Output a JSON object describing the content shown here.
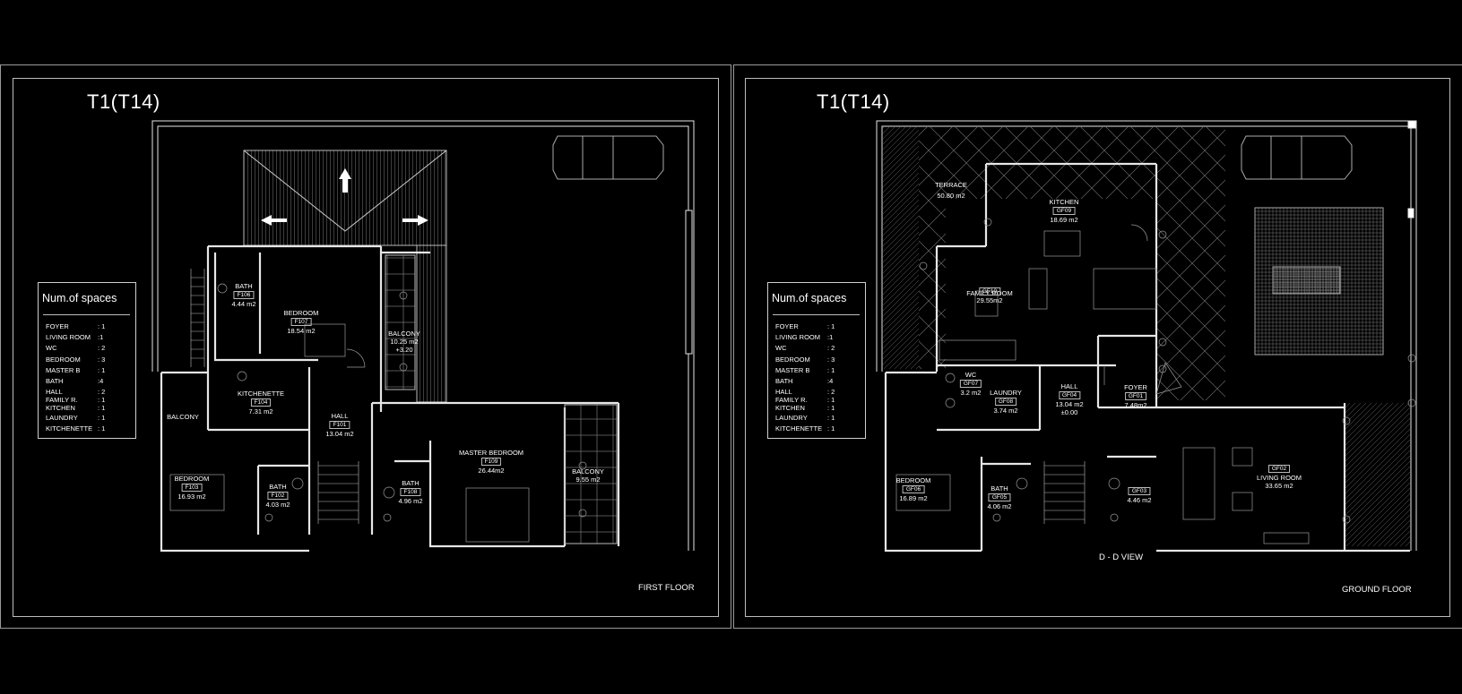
{
  "sheets": [
    {
      "title": "T1(T14)",
      "caption": "FIRST FLOOR",
      "legend": {
        "heading": "Num.of spaces",
        "rows": [
          {
            "label": "FOYER",
            "value": ": 1"
          },
          {
            "label": "LIVING ROOM",
            "value": ":1"
          },
          {
            "label": "WC",
            "value": ": 2"
          },
          {
            "label": "BEDROOM",
            "value": ": 3"
          },
          {
            "label": "MASTER B",
            "value": ": 1"
          },
          {
            "label": "BATH",
            "value": ":4"
          },
          {
            "label": "HALL",
            "value": ": 2"
          },
          {
            "label": "FAMILY R.",
            "value": ": 1"
          },
          {
            "label": "KITCHEN",
            "value": ": 1"
          },
          {
            "label": "LAUNDRY",
            "value": ": 1"
          },
          {
            "label": "KITCHENETTE",
            "value": ": 1"
          }
        ]
      },
      "rooms": [
        {
          "name": "BATH",
          "code": "F106",
          "area": "4.44 m2"
        },
        {
          "name": "BEDROOM",
          "code": "F107",
          "area": "18.54 m2"
        },
        {
          "name": "BALCONY",
          "code": "",
          "area": "10.25 m2"
        },
        {
          "name": "KITCHENETTE",
          "code": "F104",
          "area": "7.31 m2"
        },
        {
          "name": "HALL",
          "code": "F101",
          "area": "13.04 m2"
        },
        {
          "name": "BALCONY",
          "code": "",
          "area": ""
        },
        {
          "name": "BEDROOM",
          "code": "F103",
          "area": "16.93 m2"
        },
        {
          "name": "BATH",
          "code": "F102",
          "area": "4.03 m2"
        },
        {
          "name": "BATH",
          "code": "F108",
          "area": "4.96 m2"
        },
        {
          "name": "MASTER BEDROOM",
          "code": "F109",
          "area": "26.44m2"
        },
        {
          "name": "BALCONY",
          "code": "",
          "area": "9.55 m2"
        }
      ],
      "level_mark": "+3.20"
    },
    {
      "title": "T1(T14)",
      "caption": "GROUND FLOOR",
      "view_label": "D - D VIEW",
      "legend": {
        "heading": "Num.of spaces",
        "rows": [
          {
            "label": "FOYER",
            "value": ": 1"
          },
          {
            "label": "LIVING ROOM",
            "value": ":1"
          },
          {
            "label": "WC",
            "value": ": 2"
          },
          {
            "label": "BEDROOM",
            "value": ": 3"
          },
          {
            "label": "MASTER B",
            "value": ": 1"
          },
          {
            "label": "BATH",
            "value": ":4"
          },
          {
            "label": "HALL",
            "value": ": 2"
          },
          {
            "label": "FAMILY R.",
            "value": ": 1"
          },
          {
            "label": "KITCHEN",
            "value": ": 1"
          },
          {
            "label": "LAUNDRY",
            "value": ": 1"
          },
          {
            "label": "KITCHENETTE",
            "value": ": 1"
          }
        ]
      },
      "rooms": [
        {
          "name": "TERRACE",
          "code": "",
          "area": "50.80 m2"
        },
        {
          "name": "KITCHEN",
          "code": "GF09",
          "area": "18.69 m2"
        },
        {
          "name": "FAMILY ROOM",
          "code": "GF10",
          "area": "29.55m2"
        },
        {
          "name": "WC",
          "code": "GF07",
          "area": "3.2 m2"
        },
        {
          "name": "LAUNDRY",
          "code": "GF08",
          "area": "3.74 m2"
        },
        {
          "name": "HALL",
          "code": "GF04",
          "area": "13.04 m2"
        },
        {
          "name": "FOYER",
          "code": "GF01",
          "area": "7.48m2"
        },
        {
          "name": "BEDROOM",
          "code": "GF06",
          "area": "16.89 m2"
        },
        {
          "name": "BATH",
          "code": "GF05",
          "area": "4.06 m2"
        },
        {
          "name": "",
          "code": "GF03",
          "area": "4.46 m2"
        },
        {
          "name": "LIVING ROOM",
          "code": "GF02",
          "area": "33.65 m2"
        }
      ],
      "level_mark": "±0.00"
    }
  ],
  "colors": {
    "background": "#000000",
    "lines": "#e6e6e6",
    "frame": "#9a9a9a"
  }
}
